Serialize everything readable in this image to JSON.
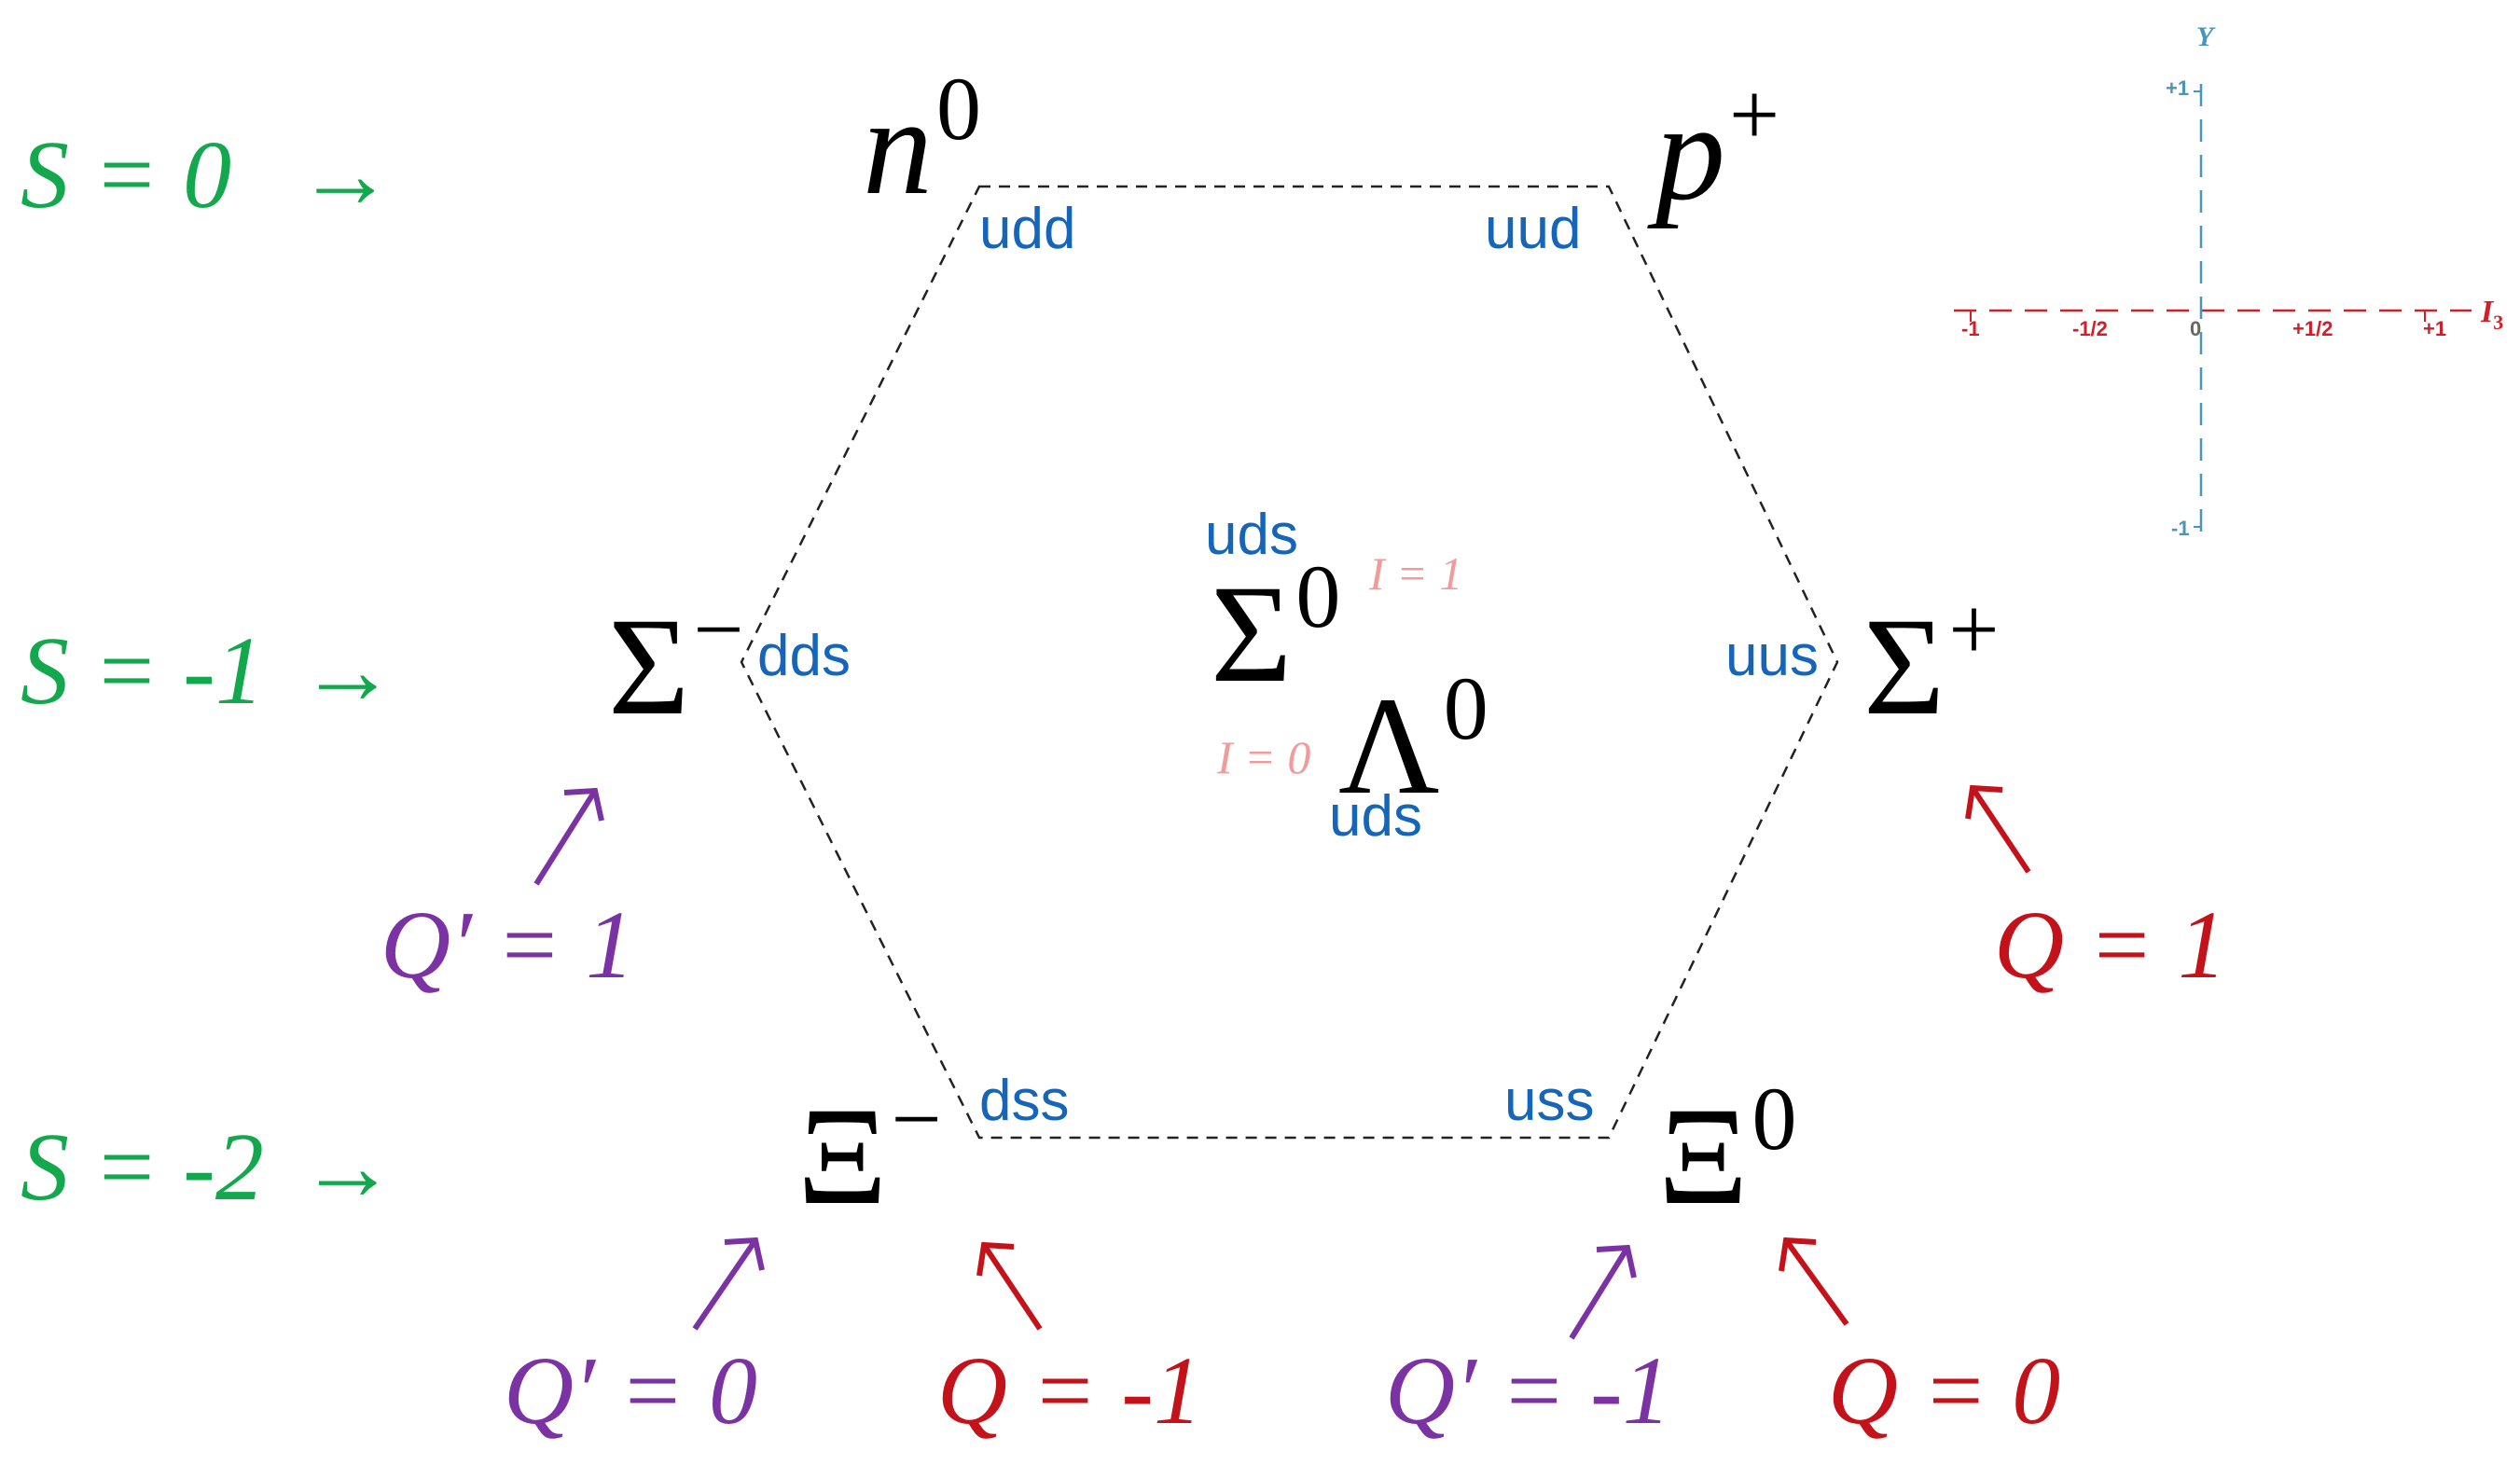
{
  "colors": {
    "particle": "#000000",
    "quark": "#1565b8",
    "strangeness": "#13a84d",
    "q_prime": "#7b33a3",
    "charge": "#c4121a",
    "isospin": "#f29b9b",
    "axis_i3": "#d11f2a",
    "axis_y": "#4a96b8"
  },
  "strangeness_rows": [
    {
      "label": "S = 0",
      "arrow": "→"
    },
    {
      "label": "S = -1",
      "arrow": "→"
    },
    {
      "label": "S = -2",
      "arrow": "→"
    }
  ],
  "particles": {
    "neutron": {
      "symbol": "n",
      "sup": "0",
      "quarks": "udd"
    },
    "proton": {
      "symbol": "p",
      "sup": "+",
      "quarks": "uud"
    },
    "sigma_minus": {
      "symbol": "Σ",
      "sup": "−",
      "quarks": "dds"
    },
    "sigma_plus": {
      "symbol": "Σ",
      "sup": "+",
      "quarks": "uus"
    },
    "sigma_zero": {
      "symbol": "Σ",
      "sup": "0",
      "quarks": "uds",
      "isospin": "I = 1"
    },
    "lambda_zero": {
      "symbol": "Λ",
      "sup": "0",
      "quarks": "uds",
      "isospin": "I = 0"
    },
    "xi_minus": {
      "symbol": "Ξ",
      "sup": "−",
      "quarks": "dss"
    },
    "xi_zero": {
      "symbol": "Ξ",
      "sup": "0",
      "quarks": "uss"
    }
  },
  "charge_labels": {
    "qprime_sigma_minus": "Q′ = 1",
    "q_sigma_plus": "Q = 1",
    "qprime_xi_minus": "Q′ = 0",
    "q_xi_minus": "Q = -1",
    "qprime_xi_zero": "Q′ = -1",
    "q_xi_zero": "Q = 0"
  },
  "axes": {
    "i3_label": "I",
    "i3_sub": "3",
    "y_label": "Y",
    "i3_ticks": [
      "-1",
      "-1/2",
      "0",
      "+1/2",
      "+1"
    ],
    "y_ticks": [
      "+1",
      "-1"
    ]
  }
}
